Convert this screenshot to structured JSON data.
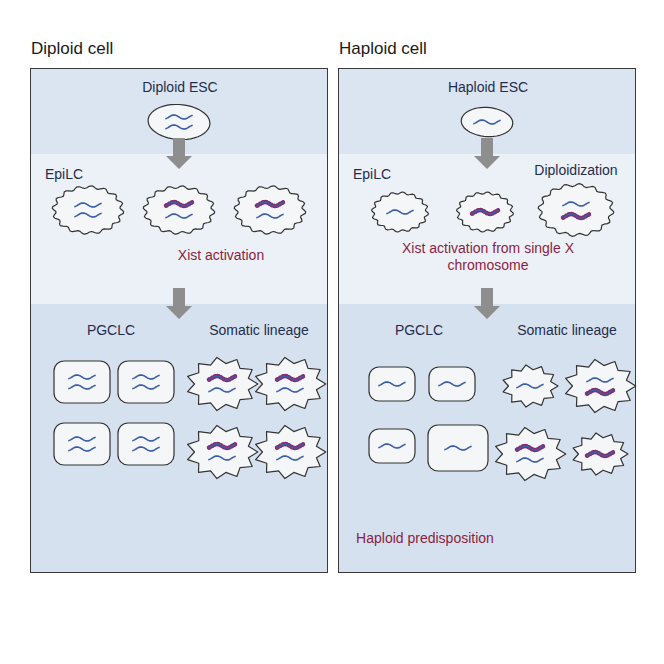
{
  "diagram": {
    "nodes": [
      {
        "text": [
          "Diploid cell"
        ]
      },
      {
        "text": [
          "Diploid ESC"
        ],
        "in": 0
      },
      {
        "text": [
          "EpiLC",
          "Xist activation"
        ],
        "in": 0
      },
      {
        "text": [
          "PGCLC",
          "Somatic lineage"
        ],
        "in": 0
      },
      {
        "text": [
          "Haploid cell"
        ]
      },
      {
        "text": [
          "Haploid ESC"
        ],
        "in": 4
      },
      {
        "text": [
          "EpiLC",
          "Diploidization",
          "Xist activation from single X chromosome"
        ],
        "in": 4
      },
      {
        "text": [
          "PGCLC",
          "Somatic lineage",
          "Haploid predisposition"
        ],
        "in": 4
      }
    ],
    "edges": [
      {
        "from": 1,
        "to": 2,
        "arrow": "to"
      },
      {
        "from": 2,
        "to": 3,
        "arrow": "to"
      },
      {
        "from": 5,
        "to": 6,
        "arrow": "to"
      },
      {
        "from": 6,
        "to": 7,
        "arrow": "to"
      }
    ]
  }
}
